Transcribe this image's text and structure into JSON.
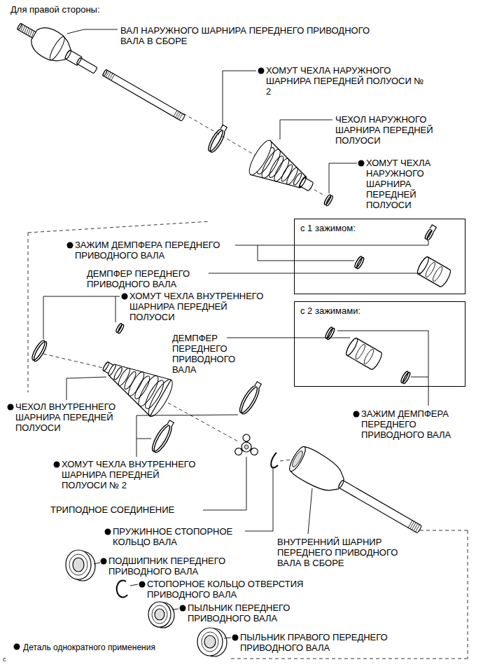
{
  "diagram": {
    "title": "Для правой стороны:",
    "nodes": [
      {
        "text": [
          "с 1 зажимом:"
        ]
      },
      {
        "text": [
          "с 2 зажимами:"
        ]
      }
    ],
    "labels": [
      "ВАЛ НАРУЖНОГО ШАРНИРА ПЕРЕДНЕГО ПРИВОДНОГО ВАЛА В СБОРЕ",
      "ХОМУТ ЧЕХЛА НАРУЖНОГО ШАРНИРА ПЕРЕДНЕЙ ПОЛУОСИ № 2",
      "ЧЕХОЛ НАРУЖНОГО ШАРНИРА ПЕРЕДНЕЙ ПОЛУОСИ",
      "ХОМУТ ЧЕХЛА НАРУЖНОГО ШАРНИРА ПЕРЕДНЕЙ ПОЛУОСИ",
      "ЗАЖИМ ДЕМПФЕРА ПЕРЕДНЕГО ПРИВОДНОГО ВАЛА",
      "ДЕМПФЕР ПЕРЕДНЕГО ПРИВОДНОГО ВАЛА",
      "ХОМУТ ЧЕХЛА ВНУТРЕННЕГО ШАРНИРА ПЕРЕДНЕЙ ПОЛУОСИ",
      "ДЕМПФЕР ПЕРЕДНЕГО ПРИВОДНОГО ВАЛА",
      "ЧЕХОЛ ВНУТРЕННЕГО ШАРНИРА ПЕРЕДНЕЙ ПОЛУОСИ",
      "ЗАЖИМ ДЕМПФЕРА ПЕРЕДНЕГО ПРИВОДНОГО ВАЛА",
      "ХОМУТ ЧЕХЛА ВНУТРЕННЕГО ШАРНИРА ПЕРЕДНЕЙ ПОЛУОСИ № 2",
      "ТРИПОДНОЕ СОЕДИНЕНИЕ",
      "ПРУЖИННОЕ СТОПОРНОЕ КОЛЬЦО ВАЛА",
      "ВНУТРЕННИЙ ШАРНИР ПЕРЕДНЕГО ПРИВОДНОГО ВАЛА В СБОРЕ",
      "ПОДШИПНИК ПЕРЕДНЕГО ПРИВОДНОГО ВАЛА",
      "СТОПОРНОЕ КОЛЬЦО ОТВЕРСТИЯ ПРИВОДНОГО ВАЛА",
      "ПЫЛЬНИК ПЕРЕДНЕГО ПРИВОДНОГО ВАЛА",
      "ПЫЛЬНИК ПРАВОГО ПЕРЕДНЕГО ПРИВОДНОГО ВАЛА",
      "c"
    ],
    "legend": [
      {
        "text": "Деталь однократного применения"
      }
    ]
  }
}
